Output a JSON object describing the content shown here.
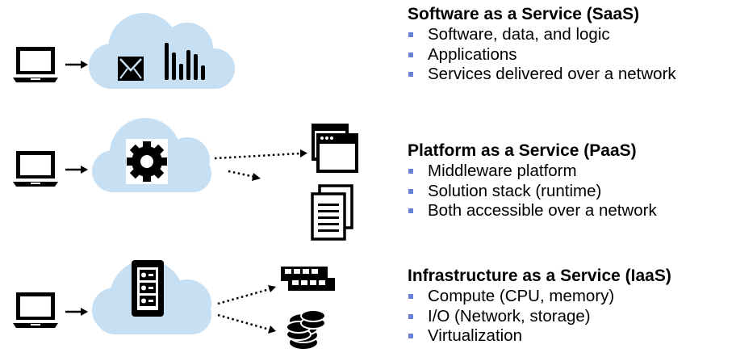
{
  "colors": {
    "cloud": "#c6dff3",
    "icon": "#000000",
    "bullet": "#6a7fd6"
  },
  "saas": {
    "title": "Software as a Service (SaaS)",
    "items": [
      "Software, data, and logic",
      "Applications",
      "Services delivered over a network"
    ],
    "icons": [
      "laptop-icon",
      "arrow-icon",
      "cloud-icon",
      "envelope-icon",
      "bar-chart-icon"
    ]
  },
  "paas": {
    "title": "Platform as a Service (PaaS)",
    "items": [
      "Middleware platform",
      "Solution stack (runtime)",
      "Both accessible over a network"
    ],
    "icons": [
      "laptop-icon",
      "arrow-icon",
      "cloud-icon",
      "gear-icon",
      "browser-windows-icon",
      "documents-icon"
    ]
  },
  "iaas": {
    "title": "Infrastructure as a Service (IaaS)",
    "items": [
      "Compute (CPU, memory)",
      "I/O (Network, storage)",
      "Virtualization"
    ],
    "icons": [
      "laptop-icon",
      "arrow-icon",
      "cloud-icon",
      "server-icon",
      "network-switch-icon",
      "database-icon"
    ]
  }
}
